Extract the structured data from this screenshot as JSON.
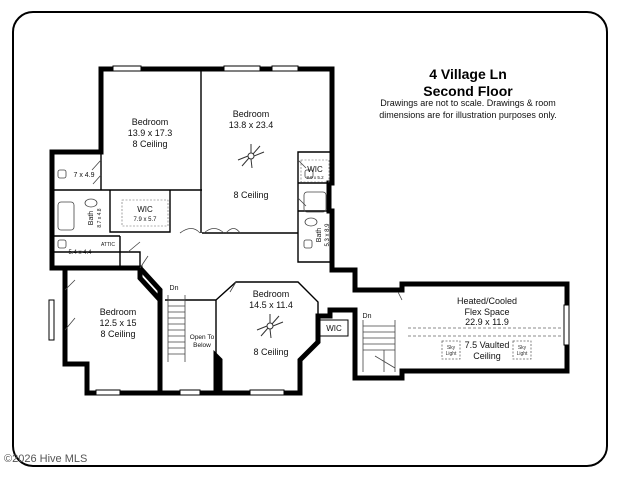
{
  "header": {
    "title_line1": "4 Village Ln",
    "title_line2": "Second Floor",
    "disclaimer_line1": "Drawings are not to scale. Drawings & room",
    "disclaimer_line2": "dimensions are for illustration purposes only."
  },
  "rooms": {
    "bedroom_nw": {
      "name": "Bedroom",
      "size": "13.9 x 17.3",
      "ceiling": "8 Ceiling"
    },
    "bedroom_ne": {
      "name": "Bedroom",
      "size": "13.8 x 23.4",
      "ceiling": "8 Ceiling"
    },
    "bedroom_sw": {
      "name": "Bedroom",
      "size": "12.5 x 15",
      "ceiling": "8 Ceiling"
    },
    "bedroom_mid": {
      "name": "Bedroom",
      "size": "14.5 x 11.4",
      "ceiling": "8 Ceiling"
    },
    "closet_small": {
      "size": "7 x 4.9"
    },
    "wic_left": {
      "name": "WIC",
      "size": "7.9 x 5.7"
    },
    "wic_right": {
      "name": "WIC",
      "size": "3.9 x 5.2"
    },
    "wic_mid": {
      "name": "WIC"
    },
    "bath_left": {
      "name": "Bath",
      "size": "8.7 x 4.8"
    },
    "bath_right": {
      "name": "Bath",
      "size": "5.3 x 8.9"
    },
    "linen": {
      "size": "5.4 x 4.4"
    },
    "attic": {
      "name": "ATTIC"
    },
    "flex": {
      "line1": "Heated/Cooled",
      "line2": "Flex Space",
      "size": "22.9 x 11.9",
      "ceiling_line1": "7.5 Vaulted",
      "ceiling_line2": "Ceiling"
    },
    "skylight_label_1": "Sky",
    "skylight_label_2": "Light",
    "open_below_line1": "Open To",
    "open_below_line2": "Below",
    "stair_dn_left": "Dn",
    "stair_dn_right": "Dn"
  },
  "watermark": "©2026 Hive MLS"
}
